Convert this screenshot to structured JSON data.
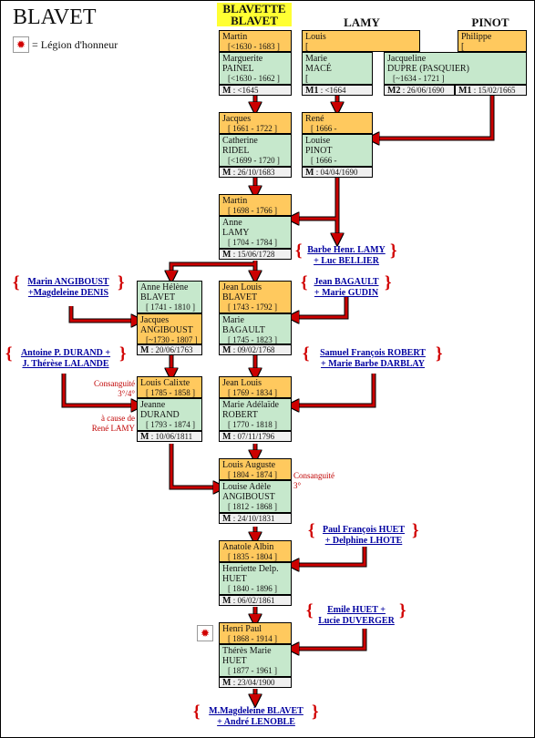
{
  "title": "BLAVET",
  "legend": {
    "icon": "legion-honneur-icon",
    "label": "= Légion d'honneur"
  },
  "headers": {
    "blavette": "BLAVETTE",
    "blavet": "BLAVET",
    "lamy": "LAMY",
    "pinot": "PINOT"
  },
  "people": {
    "martin1": {
      "name": "Martin",
      "dates": "[<1630 - 1683 ]"
    },
    "marguerite": {
      "name1": "Marguerite",
      "name2": "PAINEL",
      "dates": "[<1630 - 1662 ]"
    },
    "louis_lamy": {
      "name": "Louis",
      "dates": "["
    },
    "marie_mace": {
      "name1": "Marie",
      "name2": "MACÉ",
      "dates": "["
    },
    "philippe": {
      "name": "Philippe",
      "dates": "["
    },
    "jacqueline": {
      "name1": "Jacqueline",
      "name2": "DUPRE (PASQUIER)",
      "dates": "[~1634 - 1721 ]"
    },
    "jacques": {
      "name": "Jacques",
      "dates": "[ 1661 - 1722 ]"
    },
    "catherine": {
      "name1": "Catherine",
      "name2": "RIDEL",
      "dates": "[<1699 - 1720 ]"
    },
    "rene": {
      "name": "René",
      "dates": "[ 1666 -"
    },
    "louise": {
      "name1": "Louise",
      "name2": "PINOT",
      "dates": "[ 1666 -"
    },
    "martin2": {
      "name": "Martin",
      "dates": "[ 1698 - 1766 ]"
    },
    "anne": {
      "name1": "Anne",
      "name2": "LAMY",
      "dates": "[ 1704 - 1784 ]"
    },
    "anne_helene": {
      "name1": "Anne Hélène",
      "name2": "BLAVET",
      "dates": "[ 1741 - 1810 ]"
    },
    "jacques_ang": {
      "name1": "Jacques",
      "name2": "ANGIBOUST",
      "dates": "[~1730 - 1807 ]"
    },
    "jean_louis1": {
      "name1": "Jean Louis",
      "name2": "BLAVET",
      "dates": "[ 1743 - 1792 ]"
    },
    "marie_bagault": {
      "name1": "Marie",
      "name2": "BAGAULT",
      "dates": "[ 1745 - 1823 ]"
    },
    "louis_calixte": {
      "name": "Louis Calixte",
      "dates": "[ 1785 - 1858 ]"
    },
    "jeanne": {
      "name1": "Jeanne",
      "name2": "DURAND",
      "dates": "[ 1793 - 1874 ]"
    },
    "jean_louis2": {
      "name": "Jean Louis",
      "dates": "[ 1769 - 1834 ]"
    },
    "marie_adelaide": {
      "name1": "Marie Adélaïde",
      "name2": "ROBERT",
      "dates": "[ 1770 - 1818 ]"
    },
    "louis_auguste": {
      "name": "Louis Auguste",
      "dates": "[ 1804 - 1874 ]"
    },
    "louise_adele": {
      "name1": "Louise Adèle",
      "name2": "ANGIBOUST",
      "dates": "[ 1812 - 1868 ]"
    },
    "anatole": {
      "name": "Anatole Albin",
      "dates": "[ 1835 - 1804 ]"
    },
    "henriette": {
      "name1": "Henriette Delp.",
      "name2": "HUET",
      "dates": "[ 1840 - 1896 ]"
    },
    "henri_paul": {
      "name": "Henri Paul",
      "dates": "[ 1868 - 1914 ]"
    },
    "theres": {
      "name1": "Thérès Marie",
      "name2": "HUET",
      "dates": "[ 1877 - 1961 ]"
    }
  },
  "marriages": {
    "m1": {
      "label": "M",
      "date": ": <1645"
    },
    "m2": {
      "label": "M1",
      "date": ": <1664"
    },
    "m3a": {
      "label": "M2",
      "date": ": 26/06/1690"
    },
    "m3b": {
      "label": "M1",
      "date": ": 15/02/1665"
    },
    "m4": {
      "label": "M",
      "date": ": 26/10/1683"
    },
    "m5": {
      "label": "M",
      "date": ": 04/04/1690"
    },
    "m6": {
      "label": "M",
      "date": ": 15/06/1728"
    },
    "m7": {
      "label": "M",
      "date": ": 20/06/1763"
    },
    "m8": {
      "label": "M",
      "date": ": 09/02/1768"
    },
    "m9": {
      "label": "M",
      "date": ": 10/06/1811"
    },
    "m10": {
      "label": "M",
      "date": ": 07/11/1796"
    },
    "m11": {
      "label": "M",
      "date": ": 24/10/1831"
    },
    "m12": {
      "label": "M",
      "date": ": 06/02/1861"
    },
    "m13": {
      "label": "M",
      "date": ": 23/04/1900"
    }
  },
  "links": {
    "barbe": {
      "line1": "Barbe Henr. LAMY",
      "line2": "+ Luc BELLIER"
    },
    "marin": {
      "line1": "Marin ANGIBOUST",
      "line2": "+Magdeleine DENIS"
    },
    "jean_bagault": {
      "line1": "Jean BAGAULT",
      "line2": "+ Marie GUDIN"
    },
    "antoine": {
      "line1": "Antoine P. DURAND +",
      "line2": "J. Thérèse LALANDE"
    },
    "samuel": {
      "line1": "Samuel François ROBERT",
      "line2": "+ Marie Barbe DARBLAY"
    },
    "paul": {
      "line1": "Paul François HUET",
      "line2": "+ Delphine LHOTE"
    },
    "emile": {
      "line1": "Emile HUET +",
      "line2": "Lucie DUVERGER"
    },
    "magdeleine": {
      "line1": "M.Magdeleine BLAVET",
      "line2": "+ André LENOBLE"
    }
  },
  "notes": {
    "consang1": "Consanguité",
    "consang1b": "3°/4°",
    "cause1": "à cause de",
    "cause2": "René LAMY",
    "consang2": "Consanguité",
    "consang2b": "3°"
  },
  "colors": {
    "male": "#ffc95e",
    "female": "#c6e8cc",
    "arrow": "#cc0000",
    "link": "#0000a0",
    "highlight": "#ffff33"
  }
}
